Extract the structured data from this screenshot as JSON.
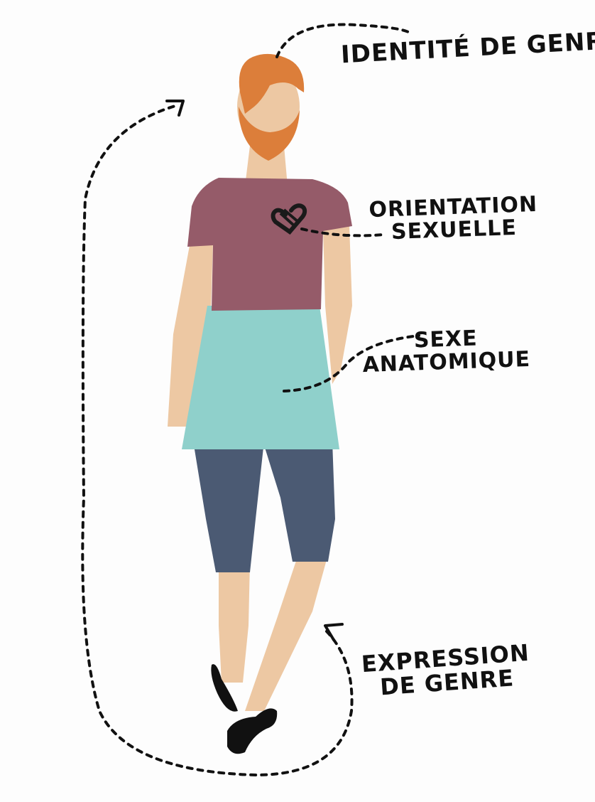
{
  "labels": {
    "gender_identity": "IDENTITÉ DE GENRE",
    "sexual_orientation": [
      "ORIENTATION",
      "SEXUELLE"
    ],
    "anatomical_sex": [
      "SEXE",
      "ANATOMIQUE"
    ],
    "gender_expression": [
      "EXPRESSION",
      "DE GENRE"
    ]
  },
  "colors": {
    "hair": "#dc7e3a",
    "skin": "#edc8a3",
    "shirt": "#955b69",
    "skirt": "#8fd0cb",
    "leggings": "#4b5a73",
    "shoes": "#111111",
    "heart": "#1a1a1a"
  }
}
